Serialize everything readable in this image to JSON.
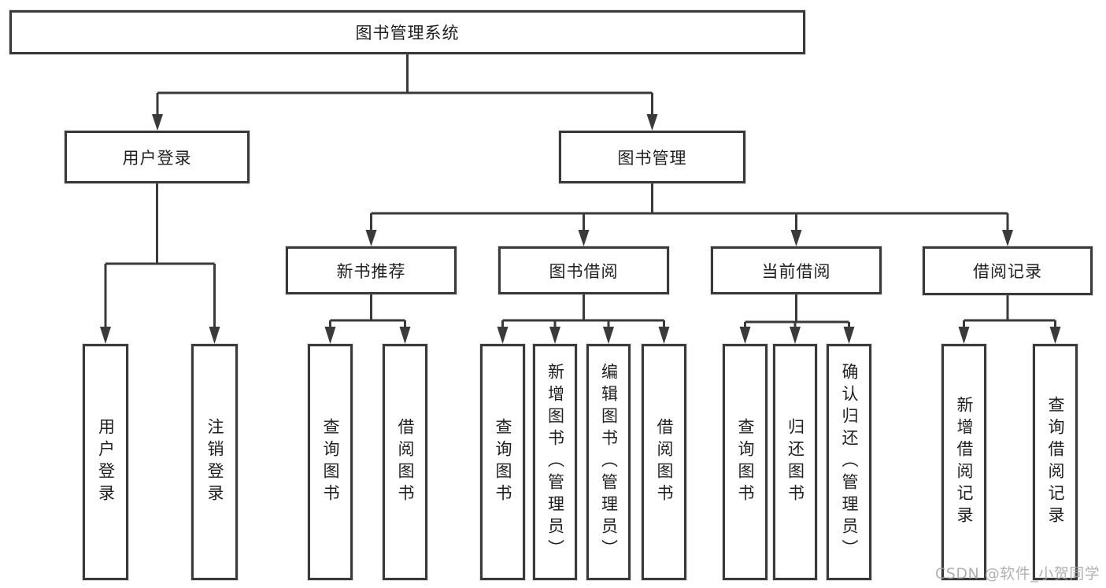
{
  "nodes": {
    "root": "图书管理系统",
    "user_login": "用户登录",
    "book_mgmt": "图书管理",
    "new_book_rec": "新书推荐",
    "book_borrow": "图书借阅",
    "current_borrow": "当前借阅",
    "borrow_record": "借阅记录"
  },
  "leaves": {
    "user_login_leaf": "用户登录",
    "logout": "注销登录",
    "nbr_query": "查询图书",
    "nbr_borrow": "借阅图书",
    "bb_query": "查询图书",
    "bb_add": "新增图书（管理员）",
    "bb_edit": "编辑图书（管理员）",
    "bb_borrow": "借阅图书",
    "cb_query": "查询图书",
    "cb_return": "归还图书",
    "cb_confirm": "确认归还（管理员）",
    "br_add": "新增借阅记录",
    "br_query": "查询借阅记录"
  },
  "watermark": "CSDN @软件_小贺同学",
  "colors": {
    "line": "#3a3a3a",
    "text": "#1f1f1f",
    "watermark": "#a5a3a3",
    "background": "#ffffff"
  }
}
